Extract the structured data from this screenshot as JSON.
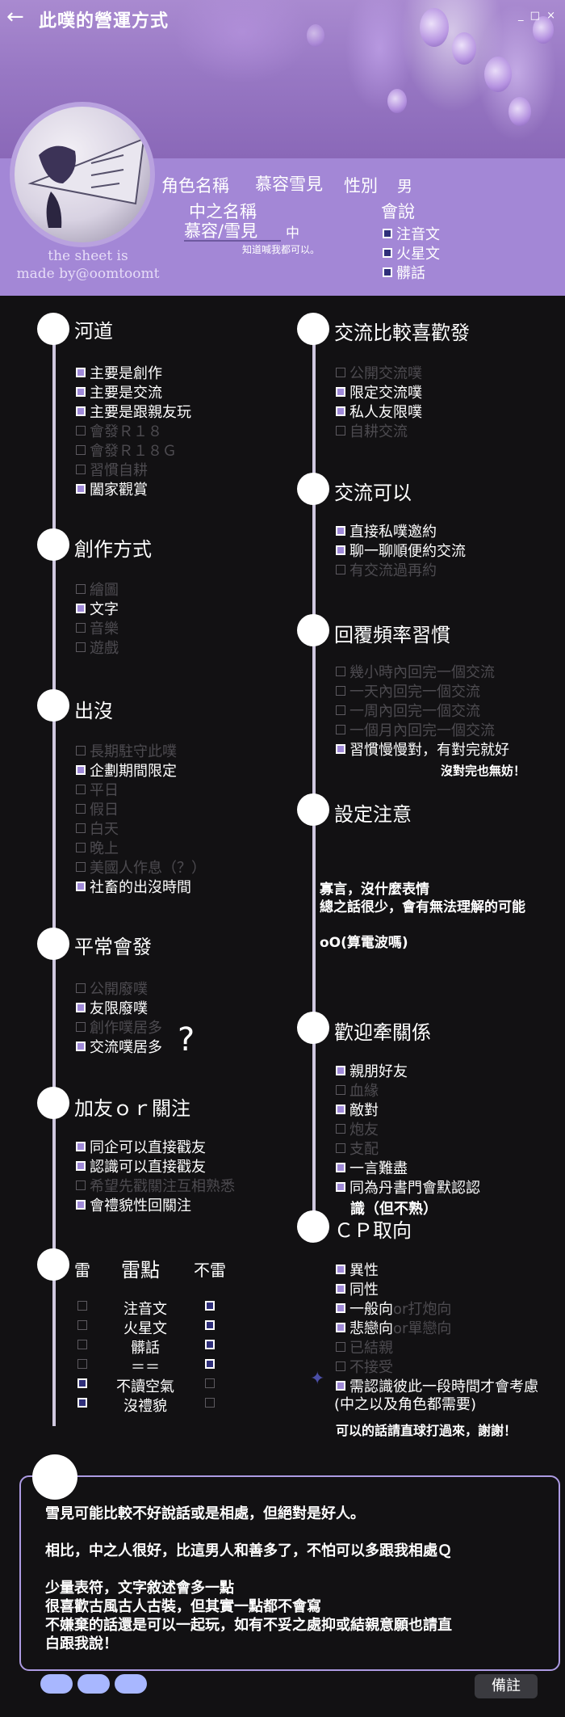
{
  "header": {
    "title": "此噗的營運方式",
    "window_controls": "_ □ ×"
  },
  "profile": {
    "credit_line1": "the sheet is",
    "credit_line2": "made by@oomtoomt",
    "role_label": "角色名稱",
    "role_value": "慕容雪見",
    "gender_label": "性別",
    "gender_value": "男",
    "pl_name_label": "中之名稱",
    "pl_name_value": "慕容/雪見",
    "pl_name_suffix": "中",
    "pl_name_hint": "知道喊我都可以。",
    "speak_label": "會說",
    "languages": [
      {
        "label": "注音文",
        "checked": true
      },
      {
        "label": "火星文",
        "checked": true
      },
      {
        "label": "髒話",
        "checked": true
      }
    ]
  },
  "left": {
    "river": {
      "title": "河道",
      "items": [
        {
          "label": "主要是創作",
          "checked": true
        },
        {
          "label": "主要是交流",
          "checked": true
        },
        {
          "label": "主要是跟親友玩",
          "checked": true
        },
        {
          "label": "會發Ｒ１８",
          "checked": false
        },
        {
          "label": "會發Ｒ１８Ｇ",
          "checked": false
        },
        {
          "label": "習慣自耕",
          "checked": false
        },
        {
          "label": "闔家觀賞",
          "checked": true
        }
      ]
    },
    "creation": {
      "title": "創作方式",
      "items": [
        {
          "label": "繪圖",
          "checked": false
        },
        {
          "label": "文字",
          "checked": true
        },
        {
          "label": "音樂",
          "checked": false
        },
        {
          "label": "遊戲",
          "checked": false
        }
      ]
    },
    "presence": {
      "title": "出沒",
      "items": [
        {
          "label": "長期駐守此噗",
          "checked": false
        },
        {
          "label": "企劃期間限定",
          "checked": true
        },
        {
          "label": "平日",
          "checked": false
        },
        {
          "label": "假日",
          "checked": false
        },
        {
          "label": "白天",
          "checked": false
        },
        {
          "label": "晚上",
          "checked": false
        },
        {
          "label": "美國人作息（？）",
          "checked": false
        },
        {
          "label": "社畜的出沒時間",
          "checked": true
        }
      ]
    },
    "usual": {
      "title": "平常會發",
      "items": [
        {
          "label": "公開廢噗",
          "checked": false
        },
        {
          "label": "友限廢噗",
          "checked": true
        },
        {
          "label": "創作噗居多",
          "checked": false
        },
        {
          "label": "交流噗居多",
          "checked": true
        }
      ],
      "mark": "?"
    },
    "follow": {
      "title": "加友ｏｒ關注",
      "items": [
        {
          "label": "同企可以直接戳友",
          "checked": true
        },
        {
          "label": "認識可以直接戳友",
          "checked": true
        },
        {
          "label": "希望先戳關注互相熟悉",
          "checked": false
        },
        {
          "label": "會禮貌性回關注",
          "checked": true
        }
      ]
    },
    "triggers": {
      "title": "雷",
      "col_mid": "雷點",
      "col_right": "不雷",
      "rows": [
        {
          "label": "注音文",
          "lei": false,
          "bu_lei": true
        },
        {
          "label": "火星文",
          "lei": false,
          "bu_lei": true
        },
        {
          "label": "髒話",
          "lei": false,
          "bu_lei": true
        },
        {
          "label": "＝＝",
          "lei": false,
          "bu_lei": true
        },
        {
          "label": "不讀空氣",
          "lei": true,
          "bu_lei": false
        },
        {
          "label": "沒禮貌",
          "lei": true,
          "bu_lei": false
        }
      ]
    }
  },
  "right": {
    "prefer": {
      "title": "交流比較喜歡發",
      "items": [
        {
          "label": "公開交流噗",
          "checked": false
        },
        {
          "label": "限定交流噗",
          "checked": true
        },
        {
          "label": "私人友限噗",
          "checked": true
        },
        {
          "label": "自耕交流",
          "checked": false
        }
      ]
    },
    "can": {
      "title": "交流可以",
      "items": [
        {
          "label": "直接私噗邀約",
          "checked": true
        },
        {
          "label": "聊一聊順便約交流",
          "checked": true
        },
        {
          "label": "有交流過再約",
          "checked": false
        }
      ]
    },
    "reply": {
      "title": "回覆頻率習慣",
      "items": [
        {
          "label": "幾小時內回完一個交流",
          "checked": false
        },
        {
          "label": "一天內回完一個交流",
          "checked": false
        },
        {
          "label": "一周內回完一個交流",
          "checked": false
        },
        {
          "label": "一個月內回完一個交流",
          "checked": false
        },
        {
          "label": "習慣慢慢對，有對完就好",
          "checked": true
        }
      ],
      "note": "沒對完也無妨！"
    },
    "settings": {
      "title": "設定注意",
      "lines": [
        "寡言，沒什麼表情",
        "總之話很少，會有無法理解的可能",
        "",
        "oO(算電波嗎)"
      ]
    },
    "relation": {
      "title": "歡迎牽關係",
      "items": [
        {
          "label": "親朋好友",
          "checked": true
        },
        {
          "label": "血緣",
          "checked": false
        },
        {
          "label": "敵對",
          "checked": true
        },
        {
          "label": "炮友",
          "checked": false
        },
        {
          "label": "支配",
          "checked": false
        },
        {
          "label": "一言難盡",
          "checked": true
        },
        {
          "label": "同為丹書門會默認認",
          "checked": true
        }
      ],
      "extra": "識（但不熟）"
    },
    "cp": {
      "title": "ＣＰ取向",
      "items": [
        {
          "label": "異性",
          "checked": true,
          "suffix": ""
        },
        {
          "label": "同性",
          "checked": true,
          "suffix": ""
        },
        {
          "label": "一般向",
          "checked": true,
          "suffix": "or打炮向"
        },
        {
          "label": "悲戀向",
          "checked": true,
          "suffix": "or單戀向"
        },
        {
          "label": "已結親",
          "checked": false,
          "suffix": ""
        },
        {
          "label": "不接受",
          "checked": false,
          "suffix": ""
        },
        {
          "label": "需認識彼此一段時間才會考慮",
          "checked": true,
          "suffix": ""
        }
      ],
      "extra": "(中之以及角色都需要)",
      "note": "可以的話請直球打過來，謝謝！"
    }
  },
  "memo": {
    "lines": [
      "雪見可能比較不好說話或是相處，但絕對是好人。",
      "",
      "相比，中之人很好，比這男人和善多了，不怕可以多跟我相處Ｑ",
      "",
      "少量表符，文字敘述會多一點",
      "很喜歡古風古人古裝，但其實一點都不會寫",
      "不嫌棄的話還是可以一起玩，如有不妥之處抑或結親意願也請直",
      "白跟我說！"
    ],
    "button_label": "備註"
  }
}
